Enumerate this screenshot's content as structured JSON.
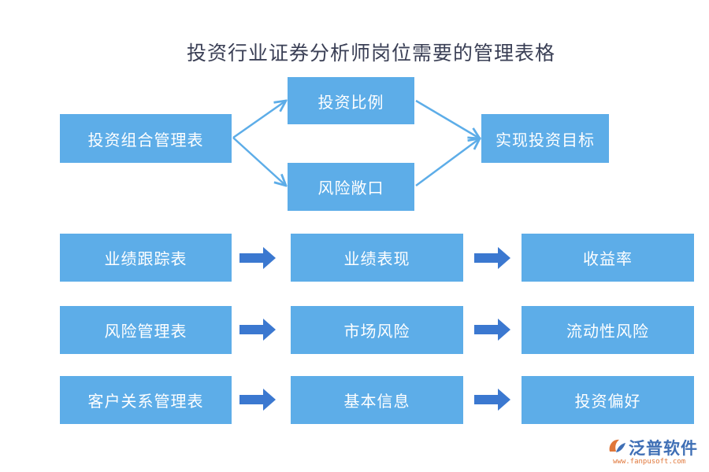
{
  "title": "投资行业证券分析师岗位需要的管理表格",
  "top_flow": {
    "source": "投资组合管理表",
    "branch_upper": "投资比例",
    "branch_lower": "风险敞口",
    "target": "实现投资目标"
  },
  "rows": [
    {
      "left": "业绩跟踪表",
      "middle": "业绩表现",
      "right": "收益率"
    },
    {
      "left": "风险管理表",
      "middle": "市场风险",
      "right": "流动性风险"
    },
    {
      "left": "客户关系管理表",
      "middle": "基本信息",
      "right": "投资偏好"
    }
  ],
  "logo": {
    "name": "泛普软件",
    "url": "www.fanpusoft.com"
  },
  "colors": {
    "box_fill": "#5dade8",
    "thin_arrow": "#5dade8",
    "block_arrow": "#3b78d0",
    "title_text": "#3a3f55"
  }
}
